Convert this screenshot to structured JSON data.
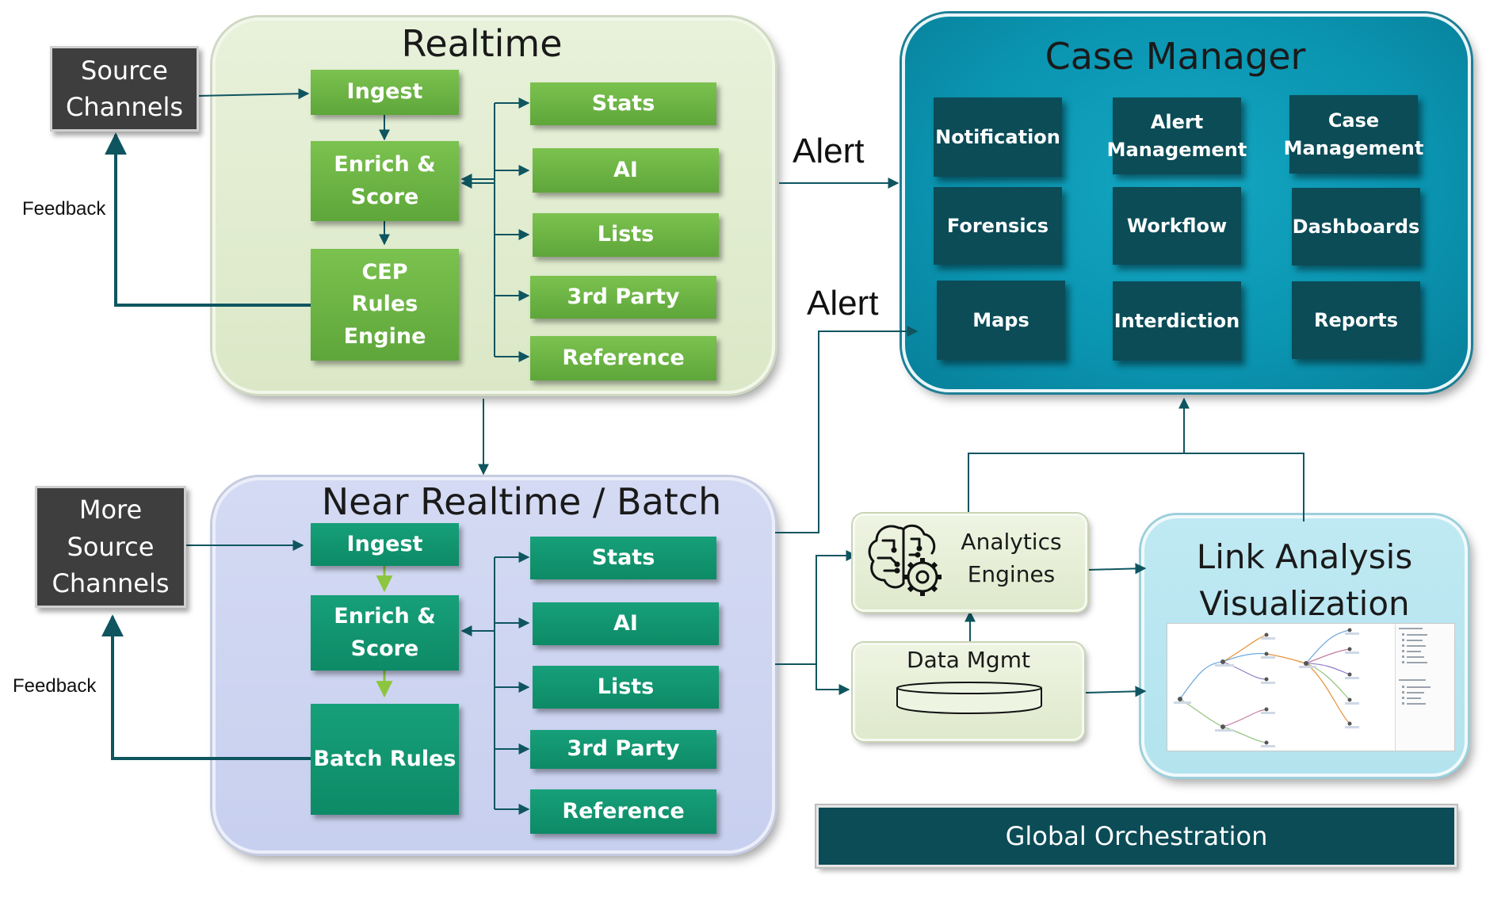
{
  "realtime": {
    "title": "Realtime",
    "ingest": "Ingest",
    "enrich": [
      "Enrich &",
      "Score"
    ],
    "rules": [
      "CEP",
      "Rules",
      "Engine"
    ],
    "services": [
      "Stats",
      "AI",
      "Lists",
      "3rd Party",
      "Reference"
    ]
  },
  "batch": {
    "title": "Near Realtime / Batch",
    "ingest": "Ingest",
    "enrich": [
      "Enrich &",
      "Score"
    ],
    "rules": "Batch Rules",
    "services": [
      "Stats",
      "AI",
      "Lists",
      "3rd Party",
      "Reference"
    ]
  },
  "sources": {
    "top": [
      "Source",
      "Channels"
    ],
    "bottom": [
      "More",
      "Source",
      "Channels"
    ],
    "feedback_label": "Feedback"
  },
  "alerts": {
    "realtime": "Alert",
    "batch": "Alert"
  },
  "case_manager": {
    "title": "Case Manager",
    "modules": [
      [
        "Notification"
      ],
      [
        "Alert",
        "Management"
      ],
      [
        "Case",
        "Management"
      ],
      [
        "Forensics"
      ],
      [
        "Workflow"
      ],
      [
        "Dashboards"
      ],
      [
        "Maps"
      ],
      [
        "Interdiction"
      ],
      [
        "Reports"
      ]
    ]
  },
  "analytics": {
    "label": [
      "Analytics",
      "Engines"
    ],
    "icon": "brain-gear-icon"
  },
  "data_mgmt": {
    "label": "Data Mgmt",
    "icon": "database-icon"
  },
  "link_analysis": {
    "title": [
      "Link Analysis",
      "Visualization"
    ]
  },
  "orchestration": {
    "label": "Global Orchestration"
  },
  "colors": {
    "realtime_panel": "#dbe8c7",
    "batch_panel": "#c8d0ef",
    "case_panel": "#0a94b0",
    "green_box": "#6bb644",
    "teal_box": "#119670",
    "dark_box": "#0b4c57",
    "connector": "#0f5560"
  }
}
